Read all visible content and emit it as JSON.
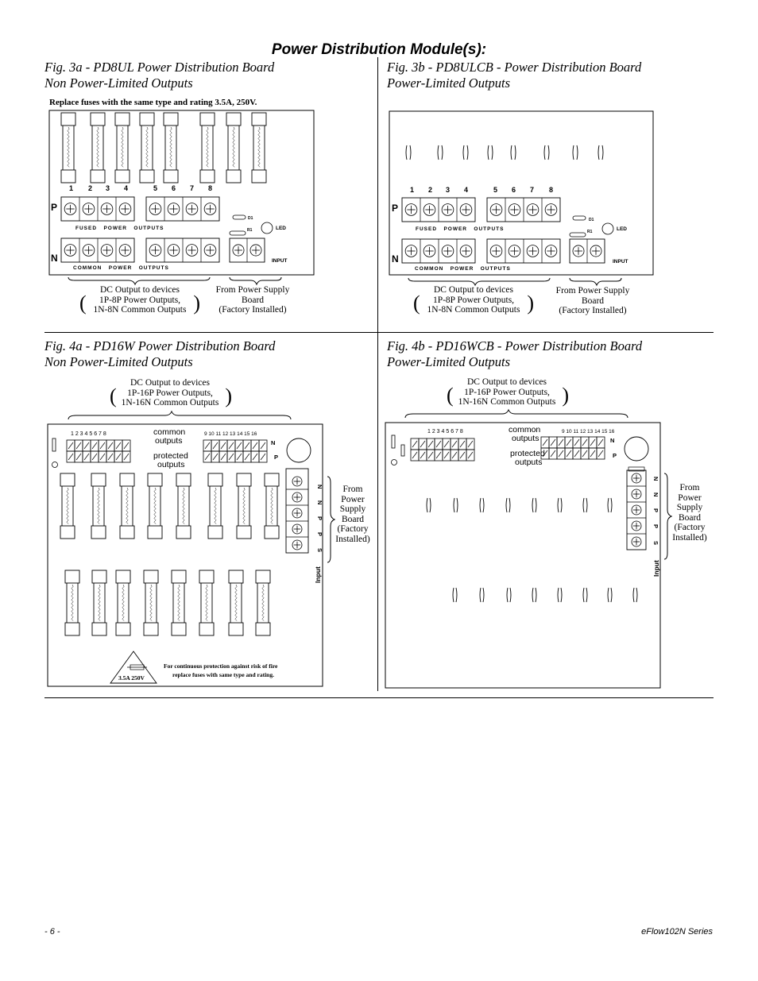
{
  "title": "Power Distribution Module(s):",
  "fig3a": {
    "caption1": "Fig. 3a - PD8UL Power Distribution Board",
    "caption2": "Non Power-Limited Outputs",
    "note": "Replace fuses with the same type and rating 3.5A, 250V.",
    "nums_left": [
      "1",
      "2",
      "3",
      "4"
    ],
    "nums_right": [
      "5",
      "6",
      "7",
      "8"
    ],
    "p": "P",
    "n": "N",
    "fused_power_outputs": "FUSED   POWER   OUTPUTS",
    "common_power_outputs": "COMMON   POWER   OUTPUTS",
    "d1": "D1",
    "r1": "R1",
    "led": "LED",
    "input": "INPUT",
    "dc_line1": "DC Output to devices",
    "dc_line2": "1P-8P Power Outputs,",
    "dc_line3": "1N-8N Common Outputs",
    "from_line1": "From Power Supply",
    "from_line2": "Board",
    "from_line3": "(Factory Installed)"
  },
  "fig3b": {
    "caption1": "Fig. 3b - PD8ULCB - Power Distribution Board",
    "caption2": "Power-Limited Outputs",
    "nums_left": [
      "1",
      "2",
      "3",
      "4"
    ],
    "nums_right": [
      "5",
      "6",
      "7",
      "8"
    ],
    "p": "P",
    "n": "N",
    "fused_power_outputs": "FUSED   POWER   OUTPUTS",
    "common_power_outputs": "COMMON   POWER   OUTPUTS",
    "d1": "D1",
    "r1": "R1",
    "led": "LED",
    "input": "INPUT",
    "dc_line1": "DC Output to devices",
    "dc_line2": "1P-8P Power Outputs,",
    "dc_line3": "1N-8N Common Outputs",
    "from_line1": "From Power Supply",
    "from_line2": "Board",
    "from_line3": "(Factory Installed)"
  },
  "fig4a": {
    "caption1": "Fig. 4a - PD16W Power Distribution Board",
    "caption2": "Non Power-Limited Outputs",
    "dc_line1": "DC Output to devices",
    "dc_line2": "1P-16P Power Outputs,",
    "dc_line3": "1N-16N Common Outputs",
    "nums_left": "1 2 3 4 5 6 7 8",
    "nums_right": "9 10 11 12 13 14 15 16",
    "common": "common",
    "outputs": "outputs",
    "protected": "protected",
    "outputs2": "outputs",
    "n": "N",
    "p": "P",
    "term_labels": [
      "N",
      "N",
      "P",
      "P",
      "S"
    ],
    "input": "Input",
    "from_lines": [
      "From",
      "Power",
      "Supply",
      "Board",
      "(Factory",
      "Installed)"
    ],
    "rating": "3.5A 250V",
    "warning1": "For continuous protection against risk of fire",
    "warning2": "replace fuses with same type and rating."
  },
  "fig4b": {
    "caption1": "Fig. 4b - PD16WCB - Power Distribution Board",
    "caption2": "Power-Limited Outputs",
    "dc_line1": "DC Output to devices",
    "dc_line2": "1P-16P Power Outputs,",
    "dc_line3": "1N-16N Common Outputs",
    "nums_left": "1 2 3 4 5 6 7 8",
    "nums_right": "9 10 11 12 13 14 15 16",
    "common": "common",
    "outputs": "outputs",
    "protected": "protected",
    "outputs2": "outputs",
    "n": "N",
    "p": "P",
    "term_labels": [
      "N",
      "N",
      "P",
      "P",
      "S"
    ],
    "input": "Input",
    "from_lines": [
      "From",
      "Power",
      "Supply",
      "Board",
      "(Factory",
      "Installed)"
    ]
  },
  "footer": {
    "page": "- 6 -",
    "series": "eFlow102N Series"
  }
}
